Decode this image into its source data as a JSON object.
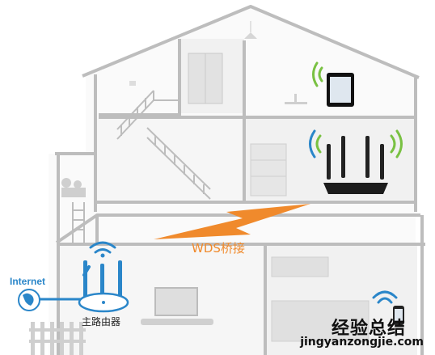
{
  "labels": {
    "internet": "Internet",
    "main_router": "主路由器",
    "wds_bridge": "WDS桥接"
  },
  "watermark": {
    "text": "经验总结",
    "url": "jingyanzongjie.com"
  },
  "colors": {
    "accent_blue": "#2a86c9",
    "bridge_orange": "#f08a2c",
    "wall_grey": "#b9b9b9",
    "floor_fill": "#f2f2f2",
    "signal_green": "#79c142"
  },
  "icons": [
    "globe-icon",
    "router-icon",
    "tablet-icon",
    "phone-icon",
    "lightning-icon",
    "wifi-signal-icon"
  ]
}
